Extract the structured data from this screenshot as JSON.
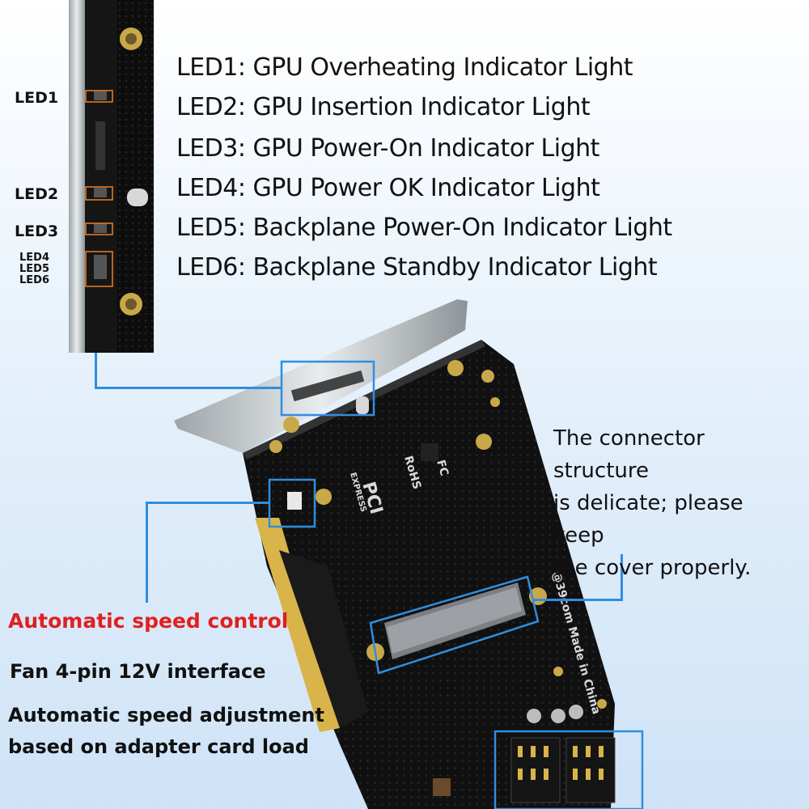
{
  "led_labels": {
    "led1": "LED1",
    "led2": "LED2",
    "led3": "LED3",
    "led4": "LED4",
    "led5": "LED5",
    "led6": "LED6"
  },
  "led_descriptions": [
    "LED1: GPU Overheating Indicator Light",
    "LED2: GPU Insertion Indicator Light",
    "LED3: GPU Power-On Indicator Light",
    "LED4: GPU Power OK Indicator Light",
    "LED5: Backplane Power-On Indicator Light",
    "LED6: Backplane Standby Indicator Light"
  ],
  "connector_note": {
    "line1": "The connector structure",
    "line2": "is delicate; please keep",
    "line3": "the cover properly."
  },
  "fan": {
    "title": "Automatic speed control",
    "line1": "Fan 4-pin 12V interface",
    "line2": "Automatic speed adjustment",
    "line3": "based on adapter card load"
  },
  "board_marks": {
    "pci_logo": "PCI",
    "pci_sub": "EXPRESS",
    "rohs": "RoHS",
    "fc": "FC",
    "made_in": "@39com Made in China"
  },
  "colors": {
    "accent_line": "#2f8ee0",
    "callout_box": "#2f8ee0",
    "led_box": "#e07a20",
    "pcb": "#111111",
    "gold": "#d8b44a",
    "title_red": "#e02020"
  }
}
